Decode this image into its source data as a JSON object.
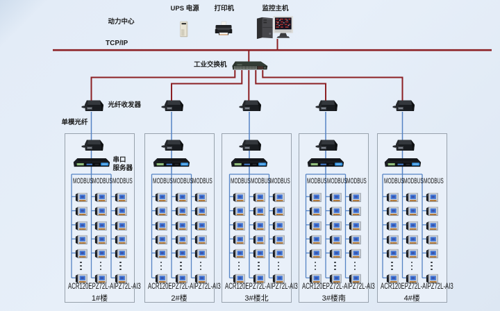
{
  "top": {
    "power_center_label": "动力中心",
    "ups_label": "UPS 电源",
    "printer_label": "打印机",
    "monitor_label": "监控主机",
    "tcpip_label": "TCP/IP",
    "switch_label": "工业交换机",
    "transceiver_label": "光纤收发器",
    "fiber_label": "单模光纤",
    "serial_label_line1": "串口",
    "serial_label_line2": "服务器"
  },
  "colors": {
    "ethernet_line": "#8c2024",
    "fiber_line": "#5583c4",
    "box_border": "#97a1ac",
    "box_fill": "#e9f0f9",
    "background": "#e3ecf7",
    "text": "#1c1c1c"
  },
  "groups": [
    {
      "building": "1#楼",
      "columns": [
        {
          "bus": "MODBUS",
          "device": "ACR120E"
        },
        {
          "bus": "MODBUS",
          "device": "PZ72L-AI"
        },
        {
          "bus": "MODBUS",
          "device": "PZ72L-AI3"
        }
      ]
    },
    {
      "building": "2#楼",
      "columns": [
        {
          "bus": "MODBUS",
          "device": "ACR120E"
        },
        {
          "bus": "MODBUS",
          "device": "PZ72L-AI"
        },
        {
          "bus": "MODBUS",
          "device": "PZ72L-AI3"
        }
      ]
    },
    {
      "building": "3#楼北",
      "columns": [
        {
          "bus": "MODBUS",
          "device": "ACR120E"
        },
        {
          "bus": "MODBUS",
          "device": "PZ72L-AI"
        },
        {
          "bus": "MODBUS",
          "device": "PZ72L-AI3"
        }
      ]
    },
    {
      "building": "3#楼南",
      "columns": [
        {
          "bus": "MODBUS",
          "device": "ACR120E"
        },
        {
          "bus": "MODBUS",
          "device": "PZ72L-AI"
        },
        {
          "bus": "MODBUS",
          "device": "PZ72L-AI3"
        }
      ]
    },
    {
      "building": "4#楼",
      "columns": [
        {
          "bus": "MODBUS",
          "device": "ACR120E"
        },
        {
          "bus": "MODBUS",
          "device": "PZ72L-AI"
        },
        {
          "bus": "MODBUS",
          "device": "PZ72L-AI3"
        }
      ]
    }
  ]
}
